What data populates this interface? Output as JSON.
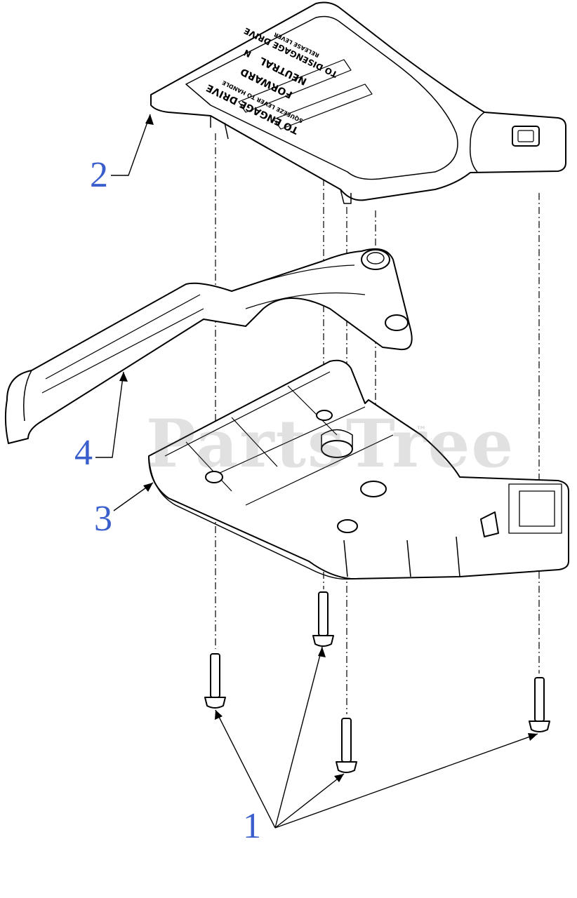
{
  "callouts": {
    "screws": "1",
    "cover": "2",
    "base": "3",
    "lever": "4"
  },
  "decal": {
    "line1": "TO ENGAGE DRIVE",
    "line2": "SQUEEZE LEVER TO HANDLE",
    "forward": "FORWARD",
    "neutral": "NEUTRAL",
    "neutral_badge": "N",
    "line3": "TO DISENGAGE DRIVE",
    "line4": "RELEASE LEVER"
  },
  "watermark": {
    "text": "PartsTree",
    "tm": "™"
  },
  "colors": {
    "callout": "#3a5fcd",
    "line": "#000000",
    "watermark": "#9a9a9a"
  }
}
